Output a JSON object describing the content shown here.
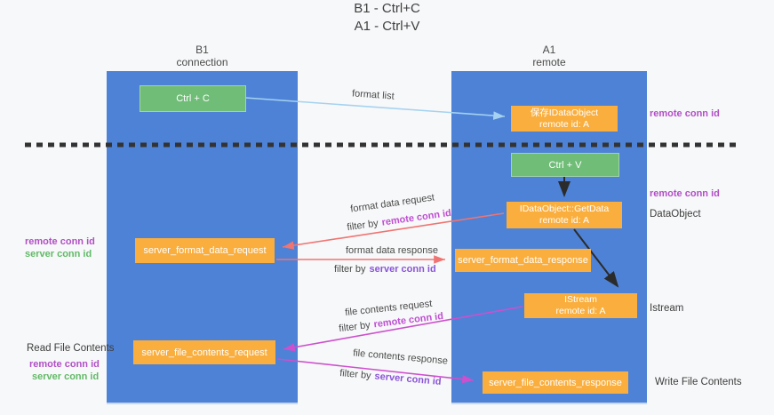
{
  "title": {
    "line1": "B1 - Ctrl+C",
    "line2": "A1 - Ctrl+V"
  },
  "columns": {
    "left": {
      "title": "B1",
      "subtitle": "connection"
    },
    "right": {
      "title": "A1",
      "subtitle": "remote"
    }
  },
  "nodes": {
    "ctrl_c": {
      "label": "Ctrl + C"
    },
    "save_idataobject": {
      "line1": "保存IDataObject",
      "line2": "remote id: A"
    },
    "ctrl_v": {
      "label": "Ctrl + V"
    },
    "getdata": {
      "line1": "IDataObject::GetData",
      "line2": "remote id: A"
    },
    "server_format_data_request": {
      "label": "server_format_data_request"
    },
    "server_format_data_response": {
      "label": "server_format_data_response"
    },
    "istream": {
      "line1": "IStream",
      "line2": "remote id: A"
    },
    "server_file_contents_request": {
      "label": "server_file_contents_request"
    },
    "server_file_contents_response": {
      "label": "server_file_contents_response"
    }
  },
  "right_labels": {
    "remote_conn_id_top": "remote conn id",
    "remote_conn_id_mid": "remote conn id",
    "dataobject": "DataObject",
    "istream": "Istream",
    "write_file_contents": "Write File Contents"
  },
  "left_labels": {
    "remote_conn_id_1": "remote conn id",
    "server_conn_id_1": "server conn id",
    "read_file_contents": "Read File Contents",
    "remote_conn_id_2": "remote conn id",
    "server_conn_id_2": "server conn id"
  },
  "arrows": {
    "format_list": {
      "label": "format list"
    },
    "format_data_request": {
      "label": "format data request",
      "filter_prefix": "filter by",
      "filter_key": "remote conn id"
    },
    "format_data_response": {
      "label": "format data response",
      "filter_prefix": "filter by",
      "filter_key": "server conn id"
    },
    "file_contents_request": {
      "label": "file contents request",
      "filter_prefix": "filter by",
      "filter_key": "remote conn id"
    },
    "file_contents_response": {
      "label": "file contents response",
      "filter_prefix": "filter by",
      "filter_key": "server conn id"
    }
  },
  "colors": {
    "column_blue": "#4d82d6",
    "box_orange": "#f9ae3e",
    "box_green": "#70bd78",
    "remote_conn_purple": "#b14fc6",
    "server_conn_green": "#62ba68",
    "filter_server_violet": "#8a55d6",
    "arrow_lightblue": "#a5d2f0",
    "arrow_salmon": "#f07472",
    "arrow_magenta": "#cd50ce",
    "arrow_black": "#2b2b2b",
    "dashed_divider": "#333333"
  }
}
